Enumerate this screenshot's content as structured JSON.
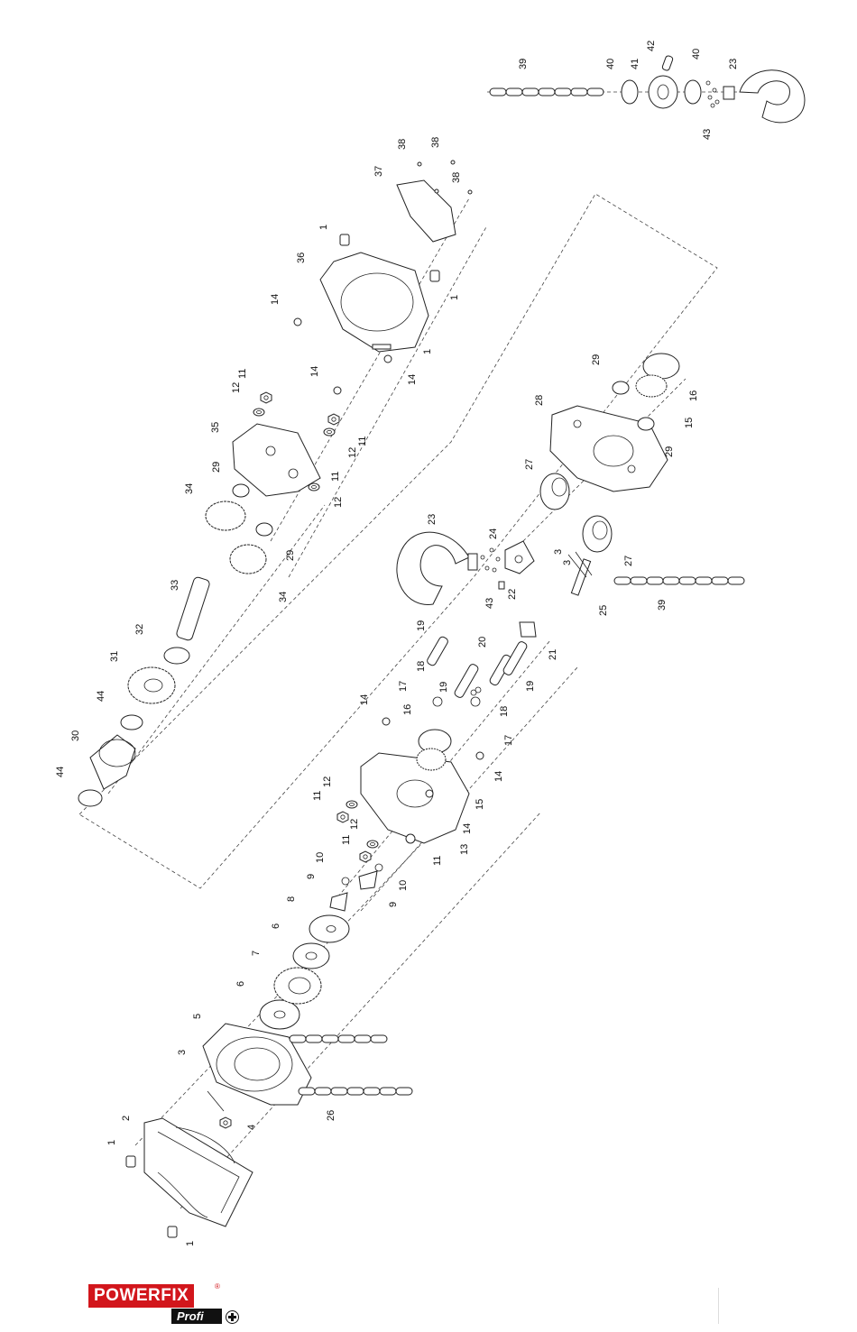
{
  "brand": {
    "name": "POWERFIX",
    "registered": "®",
    "sub": "Profi",
    "colors": {
      "red": "#d2161c",
      "black": "#111111"
    }
  },
  "labels": {
    "p1a": "1",
    "p1b": "1",
    "p1c": "1",
    "p1d": "1",
    "p1e": "1",
    "p2": "2",
    "p3a": "3",
    "p3b": "3",
    "p3c": "3",
    "p4": "4",
    "p5": "5",
    "p6a": "6",
    "p6b": "6",
    "p7": "7",
    "p8": "8",
    "p9a": "9",
    "p9b": "9",
    "p10a": "10",
    "p10b": "10",
    "p11a": "11",
    "p11b": "11",
    "p11c": "11",
    "p11d": "11",
    "p11e": "11",
    "p11f": "11",
    "p12a": "12",
    "p12b": "12",
    "p12c": "12",
    "p12d": "12",
    "p12e": "12",
    "p13": "13",
    "p14a": "14",
    "p14b": "14",
    "p14c": "14",
    "p14d": "14",
    "p14e": "14",
    "p14f": "14",
    "p15a": "15",
    "p15b": "15",
    "p16a": "16",
    "p16b": "16",
    "p17a": "17",
    "p17b": "17",
    "p18a": "18",
    "p18b": "18",
    "p19a": "19",
    "p19b": "19",
    "p19c": "19",
    "p20": "20",
    "p21": "21",
    "p22": "22",
    "p23a": "23",
    "p23b": "23",
    "p24": "24",
    "p25": "25",
    "p26": "26",
    "p27a": "27",
    "p27b": "27",
    "p28": "28",
    "p29a": "29",
    "p29b": "29",
    "p29c": "29",
    "p29d": "29",
    "p30": "30",
    "p31": "31",
    "p32": "32",
    "p33": "33",
    "p34a": "34",
    "p34b": "34",
    "p35": "35",
    "p36": "36",
    "p37": "37",
    "p38a": "38",
    "p38b": "38",
    "p38c": "38",
    "p39a": "39",
    "p39b": "39",
    "p40a": "40",
    "p40b": "40",
    "p41": "41",
    "p42": "42",
    "p43a": "43",
    "p43b": "43",
    "p44a": "44",
    "p44b": "44"
  }
}
